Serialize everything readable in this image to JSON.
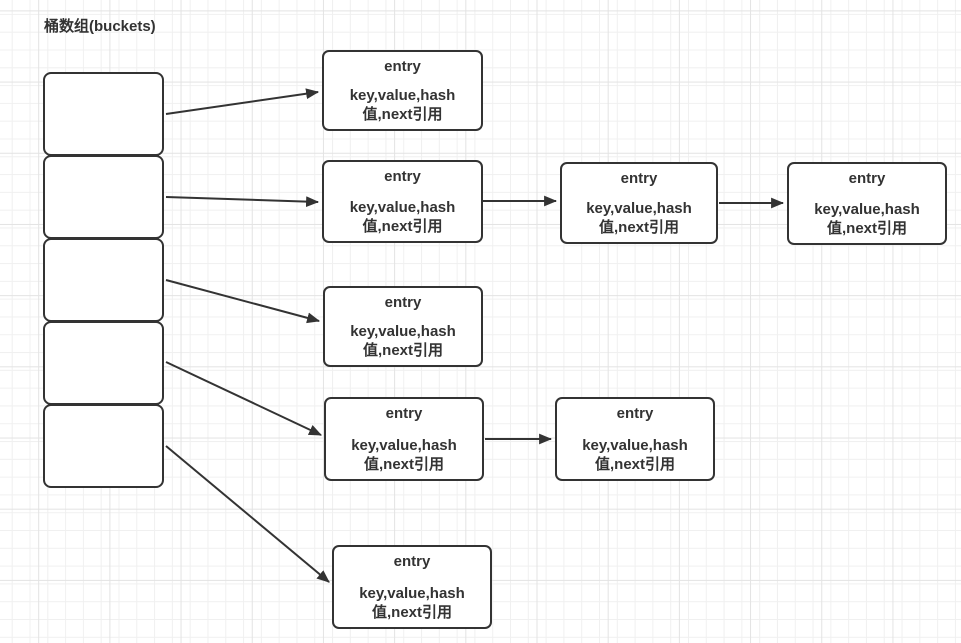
{
  "title": "桶数组(buckets)",
  "colors": {
    "stroke": "#333333",
    "text": "#333333",
    "node_fill": "#ffffff",
    "grid_minor": "#f0f0f0",
    "grid_major": "#e3e3e3",
    "background": "#ffffff"
  },
  "bucket_array": {
    "bucket_count": 5
  },
  "entry_box": {
    "title": "entry",
    "body_line_1": "key,value,hash",
    "body_line_2": "值,next引用"
  },
  "chains": [
    {
      "bucket": 1,
      "entry_count": 1
    },
    {
      "bucket": 2,
      "entry_count": 3
    },
    {
      "bucket": 3,
      "entry_count": 1
    },
    {
      "bucket": 4,
      "entry_count": 2
    },
    {
      "bucket": 5,
      "entry_count": 1
    }
  ]
}
